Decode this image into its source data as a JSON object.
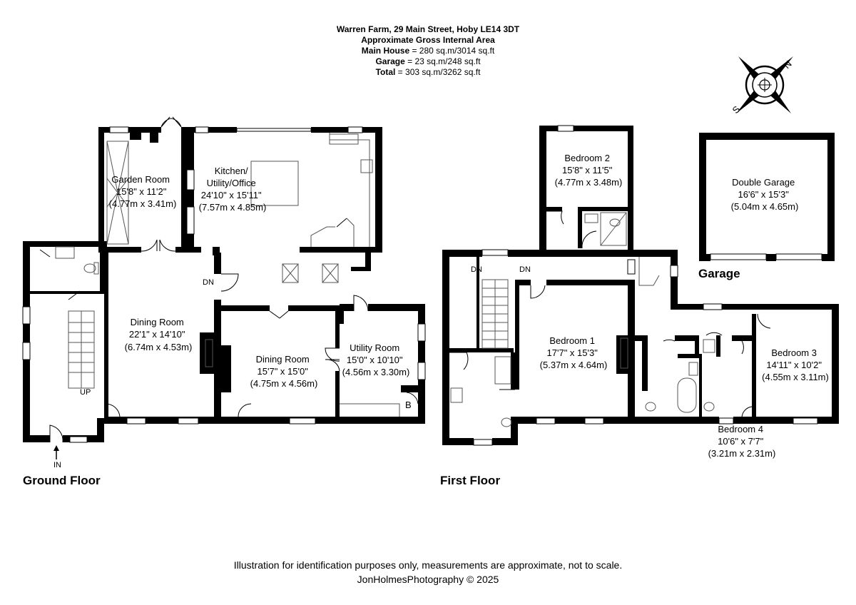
{
  "header": {
    "address": "Warren Farm, 29 Main Street, Hoby LE14 3DT",
    "area_title": "Approximate Gross Internal Area",
    "main_house_label": "Main House",
    "main_house_value": " = 280 sq.m/3014 sq.ft",
    "garage_label": "Garage",
    "garage_value": " = 23 sq.m/248 sq.ft",
    "total_label": "Total",
    "total_value": " = 303 sq.m/3262 sq.ft"
  },
  "compass": {
    "north": "N",
    "south": "S"
  },
  "ground_floor": {
    "title": "Ground Floor",
    "rooms": [
      {
        "name": "Garden Room",
        "imperial": "15'8\" x 11'2\"",
        "metric": "(4.77m x 3.41m)"
      },
      {
        "name": "Kitchen/",
        "name2": "Utility/Office",
        "imperial": "24'10\" x 15'11\"",
        "metric": "(7.57m x 4.85m)"
      },
      {
        "name": "Dining Room",
        "imperial": "22'1\" x 14'10\"",
        "metric": "(6.74m x 4.53m)"
      },
      {
        "name": "Dining Room",
        "imperial": "15'7\" x 15'0\"",
        "metric": "(4.75m x 4.56m)"
      },
      {
        "name": "Utility Room",
        "imperial": "15'0\" x 10'10\"",
        "metric": "(4.56m x 3.30m)"
      }
    ],
    "marks": {
      "up": "UP",
      "dn": "DN",
      "in": "IN",
      "boiler": "B"
    }
  },
  "first_floor": {
    "title": "First Floor",
    "rooms": [
      {
        "name": "Bedroom 2",
        "imperial": "15'8\" x 11'5\"",
        "metric": "(4.77m x 3.48m)"
      },
      {
        "name": "Bedroom 1",
        "imperial": "17'7\" x 15'3\"",
        "metric": "(5.37m x 4.64m)"
      },
      {
        "name": "Bedroom 3",
        "imperial": "14'11\" x 10'2\"",
        "metric": "(4.55m x 3.11m)"
      },
      {
        "name": "Bedroom 4",
        "imperial": "10'6\" x 7'7\"",
        "metric": "(3.21m x 2.31m)"
      }
    ],
    "marks": {
      "dn1": "DN",
      "dn2": "DN"
    }
  },
  "garage": {
    "title": "Garage",
    "room": {
      "name": "Double Garage",
      "imperial": "16'6\" x 15'3\"",
      "metric": "(5.04m x 4.65m)"
    }
  },
  "footer": {
    "disclaimer": "Illustration for identification purposes only, measurements are approximate, not to scale.",
    "credit": "JonHolmesPhotography © 2025"
  },
  "colors": {
    "wall": "#000000",
    "fixture": "#7a7a7a",
    "background": "#ffffff"
  }
}
